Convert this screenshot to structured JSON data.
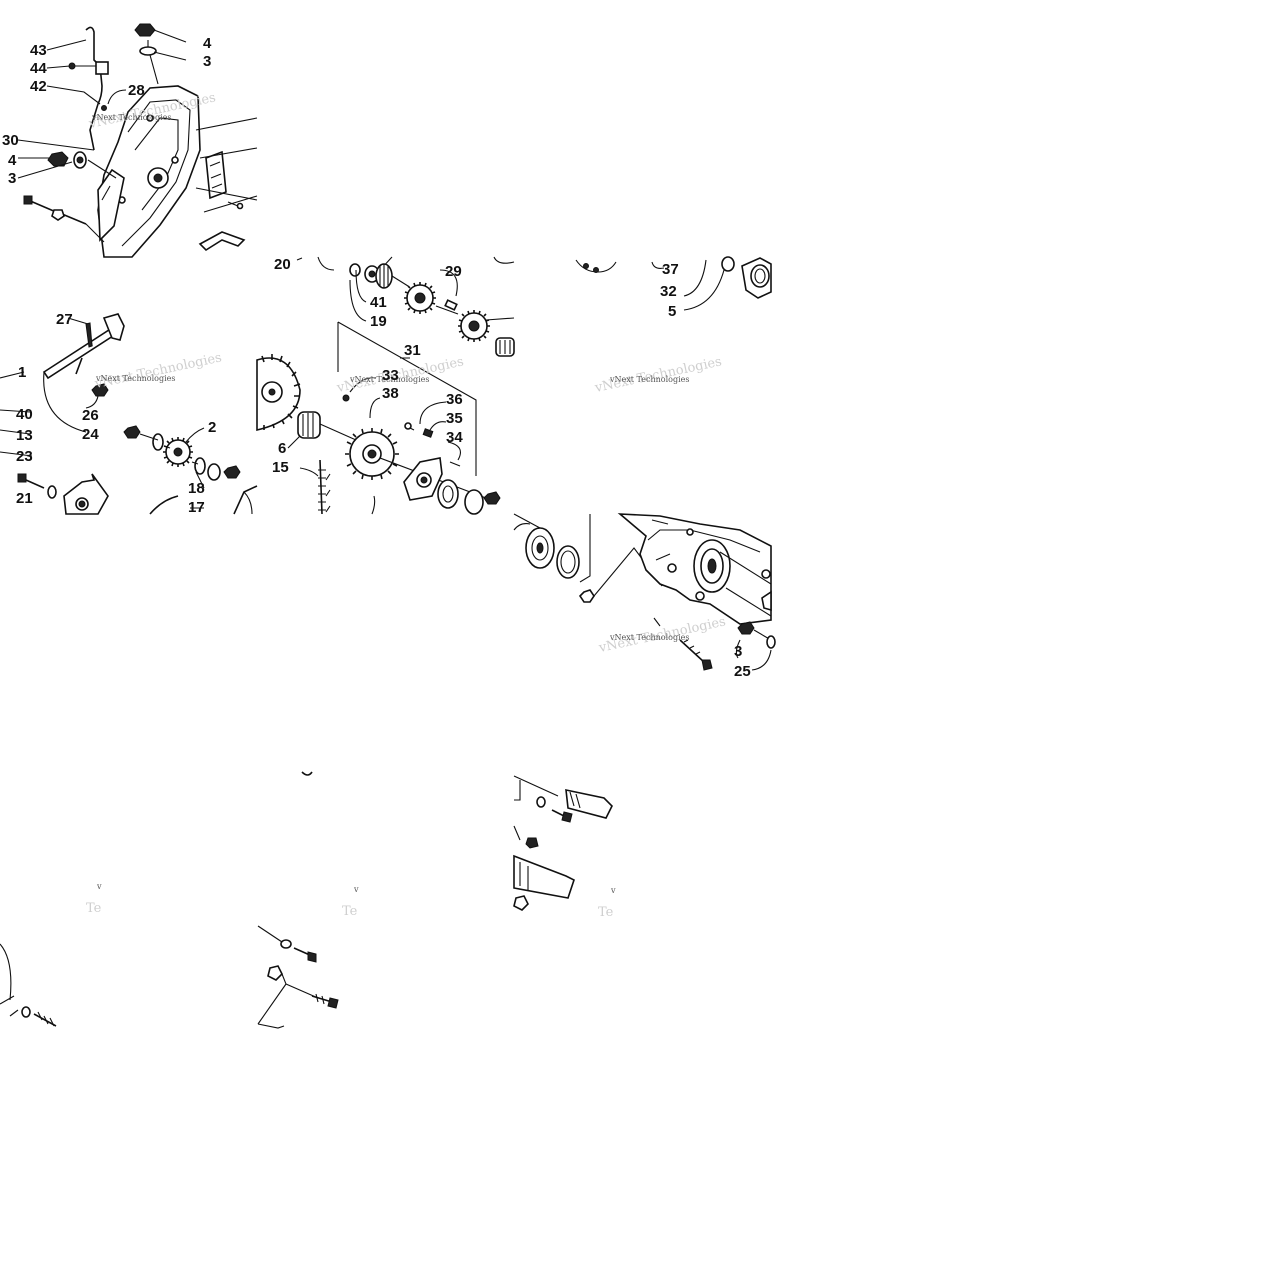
{
  "watermark": "vNext Technologies",
  "watermark_fragment": "v",
  "callouts": {
    "c43": "43",
    "c44": "44",
    "c42": "42",
    "c28": "28",
    "c30": "30",
    "c4a": "4",
    "c3a": "3",
    "c4b": "4",
    "c3b": "3",
    "c20": "20",
    "c41": "41",
    "c19": "19",
    "c29": "29",
    "c31": "31",
    "c37": "37",
    "c32": "32",
    "c5": "5",
    "c27": "27",
    "c1": "1",
    "c26": "26",
    "c24": "24",
    "c40": "40",
    "c13": "13",
    "c23": "23",
    "c21": "21",
    "c2": "2",
    "c18": "18",
    "c17": "17",
    "c33": "33",
    "c38": "38",
    "c36": "36",
    "c35": "35",
    "c34": "34",
    "c6": "6",
    "c15": "15",
    "c3c": "3",
    "c25": "25"
  }
}
